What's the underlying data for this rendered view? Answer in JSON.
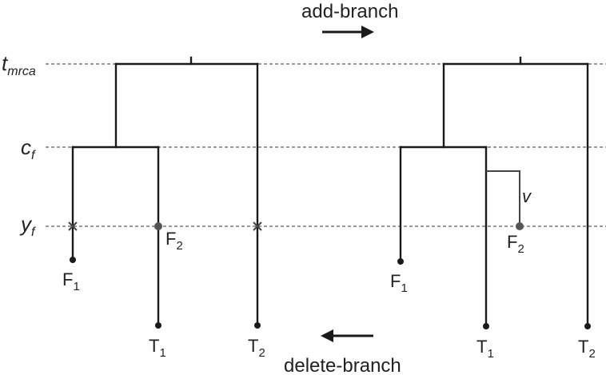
{
  "axis": {
    "t_mrca": {
      "main": "t",
      "sub": "mrca"
    },
    "c_f": {
      "main": "c",
      "sub": "f"
    },
    "y_f": {
      "main": "y",
      "sub": "f"
    }
  },
  "operations": {
    "add_branch": "add-branch",
    "delete_branch": "delete-branch"
  },
  "left_tree": {
    "leaves": [
      {
        "main": "F",
        "sub": "1"
      },
      {
        "main": "F",
        "sub": "2"
      },
      {
        "main": "T",
        "sub": "1"
      },
      {
        "main": "T",
        "sub": "2"
      }
    ]
  },
  "right_tree": {
    "edge_label": "v",
    "leaves": [
      {
        "main": "F",
        "sub": "1"
      },
      {
        "main": "F",
        "sub": "2"
      },
      {
        "main": "T",
        "sub": "1"
      },
      {
        "main": "T",
        "sub": "2"
      }
    ]
  }
}
